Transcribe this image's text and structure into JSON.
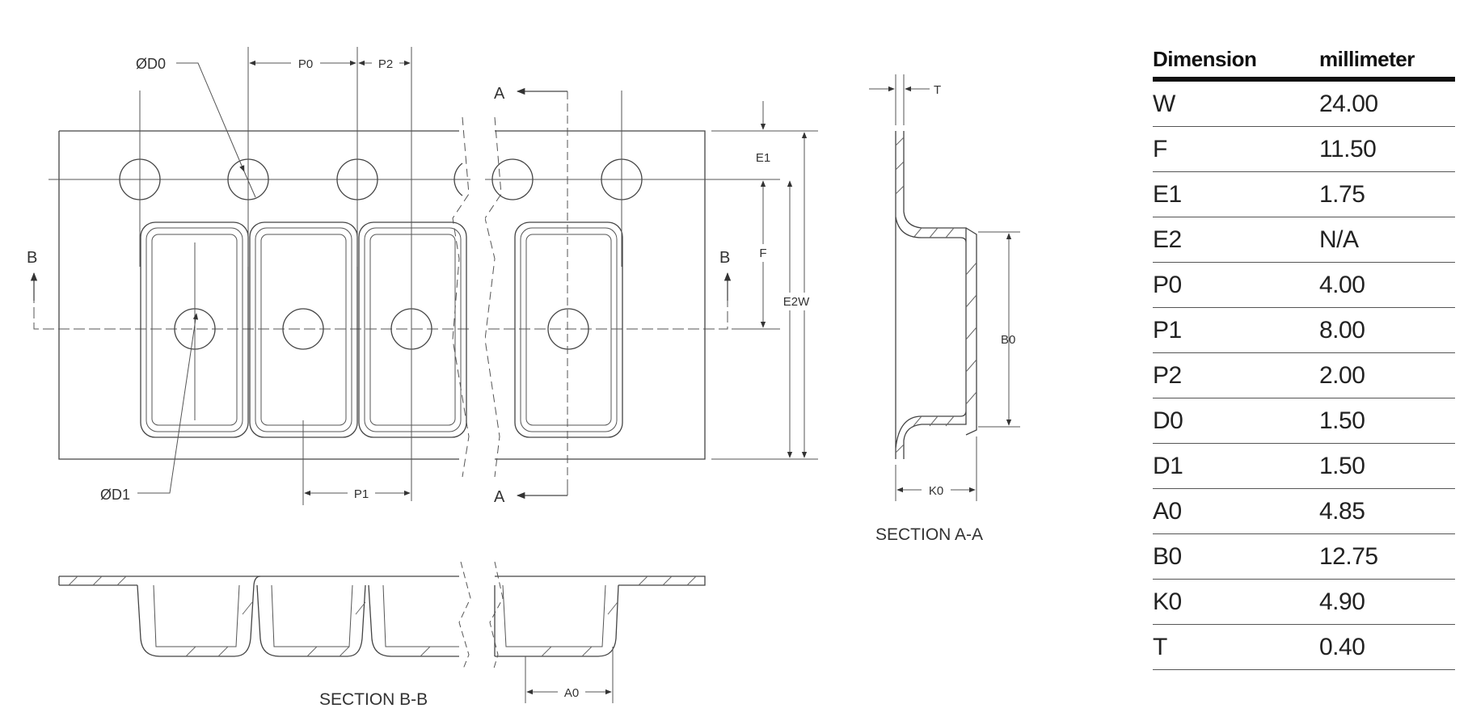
{
  "labels": {
    "d0": "ØD0",
    "d1": "ØD1",
    "p0": "P0",
    "p1": "P1",
    "p2": "P2",
    "e1": "E1",
    "f": "F",
    "e2w": "E2W",
    "b0": "B0",
    "k0": "K0",
    "t": "T",
    "a0": "A0",
    "sec_a_top": "A",
    "sec_a_bottom": "A",
    "sec_b_left": "B",
    "sec_b_right": "B",
    "section_aa": "SECTION A-A",
    "section_bb": "SECTION B-B"
  },
  "table": {
    "headers": [
      "Dimension",
      "millimeter"
    ],
    "rows": [
      {
        "dim": "W",
        "value": "24.00"
      },
      {
        "dim": "F",
        "value": "11.50"
      },
      {
        "dim": "E1",
        "value": "1.75"
      },
      {
        "dim": "E2",
        "value": "N/A"
      },
      {
        "dim": "P0",
        "value": "4.00"
      },
      {
        "dim": "P1",
        "value": "8.00"
      },
      {
        "dim": "P2",
        "value": "2.00"
      },
      {
        "dim": "D0",
        "value": "1.50"
      },
      {
        "dim": "D1",
        "value": "1.50"
      },
      {
        "dim": "A0",
        "value": "4.85"
      },
      {
        "dim": "B0",
        "value": "12.75"
      },
      {
        "dim": "K0",
        "value": "4.90"
      },
      {
        "dim": "T",
        "value": "0.40"
      }
    ]
  }
}
